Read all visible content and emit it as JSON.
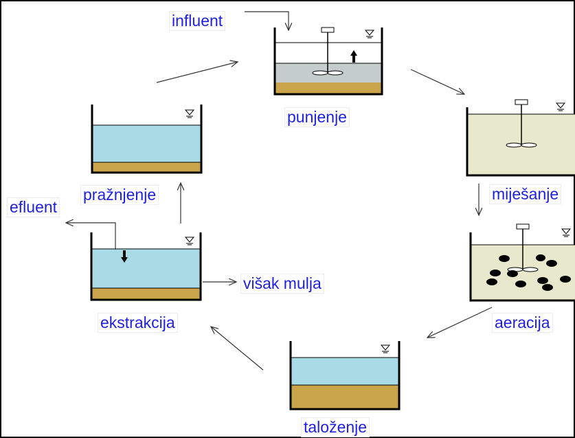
{
  "diagram": {
    "influent_label": "influent",
    "steps": {
      "filling": "punjenje",
      "mixing": "miješanje",
      "aeration": "aeracija",
      "settling": "taloženje",
      "extraction": "ekstrakcija",
      "emptying": "pražnjenje"
    },
    "effluent_label": "efluent",
    "excess_sludge_label": "višak mulja"
  },
  "colors": {
    "water": "#a9dbe7",
    "sludge": "#c9a44a",
    "mixed_liquor": "#e8e8cc",
    "filling_liquor": "#c4cccc",
    "floc": "#000000",
    "label_text": "#1f1fe0"
  }
}
